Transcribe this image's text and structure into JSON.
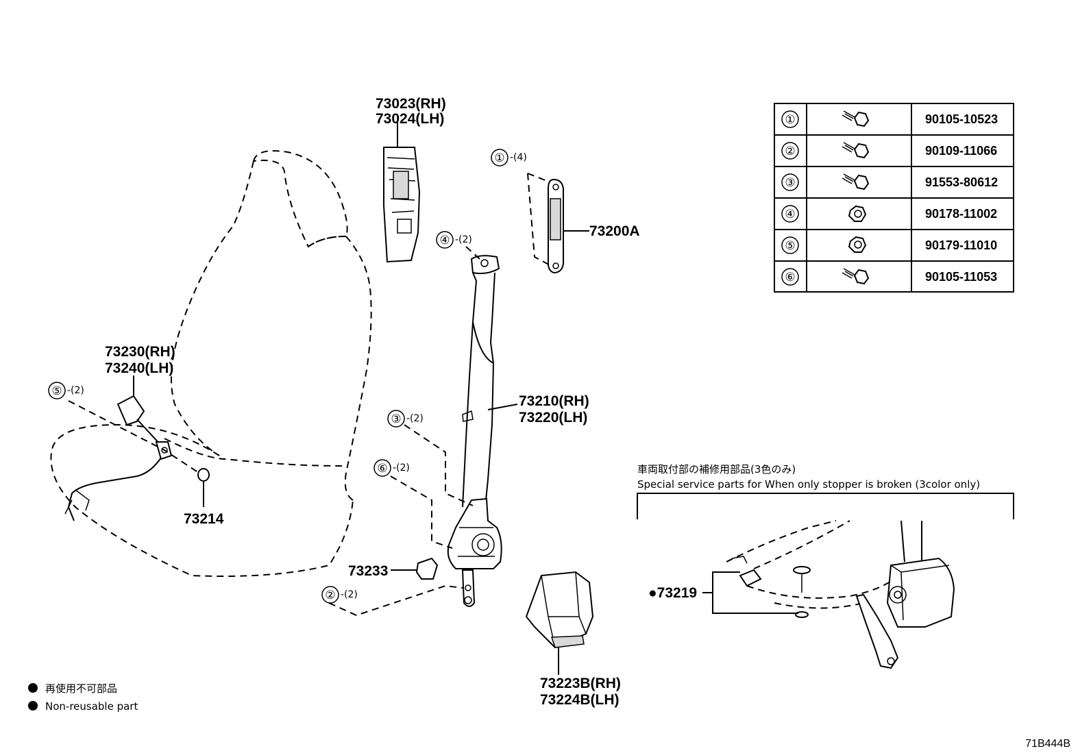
{
  "labels": {
    "pillar_trim": [
      "73023(RH)",
      "73024(LH)"
    ],
    "anchor": "73200A",
    "outer_belt": [
      "73210(RH)",
      "73220(LH)"
    ],
    "inner_buckle": [
      "73230(RH)",
      "73240(LH)"
    ],
    "washer": "73214",
    "cover": "73233",
    "retractor_cover": [
      "73223B(RH)",
      "73224B(LH)"
    ],
    "stopper_kit": "●73219"
  },
  "callouts": [
    {
      "num": "①",
      "qty": "-(4)"
    },
    {
      "num": "④",
      "qty": "-(2)"
    },
    {
      "num": "⑤",
      "qty": "-(2)"
    },
    {
      "num": "③",
      "qty": "-(2)"
    },
    {
      "num": "⑥",
      "qty": "-(2)"
    },
    {
      "num": "②",
      "qty": "-(2)"
    }
  ],
  "fastener_table": {
    "rows": [
      {
        "num": "①",
        "icon": "flange-bolt-icon",
        "part": "90105-10523"
      },
      {
        "num": "②",
        "icon": "flange-bolt-icon",
        "part": "90109-11066"
      },
      {
        "num": "③",
        "icon": "flange-bolt-icon",
        "part": "91553-80612"
      },
      {
        "num": "④",
        "icon": "flange-nut-icon",
        "part": "90178-11002"
      },
      {
        "num": "⑤",
        "icon": "flange-nut-icon",
        "part": "90179-11010"
      },
      {
        "num": "⑥",
        "icon": "flange-bolt-icon",
        "part": "90105-11053"
      }
    ]
  },
  "service_note": {
    "jp": "車両取付部の補修用部品(3色のみ)",
    "en": "Special service parts for When only stopper is broken (3color only)"
  },
  "legend": {
    "jp": "再使用不可部品",
    "en": "Non-reusable part"
  },
  "figure_id": "71B444B"
}
